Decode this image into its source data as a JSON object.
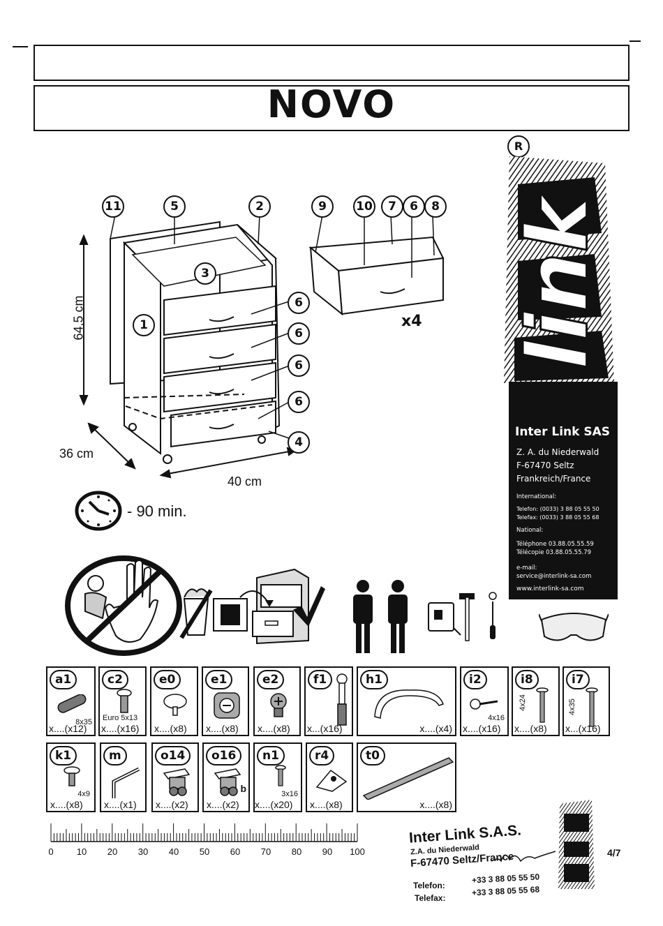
{
  "header": {
    "title": "NOVO"
  },
  "brand": {
    "registered_mark": "R",
    "logo_text": "link",
    "company": "Inter Link SAS",
    "address1": "Z. A. du Niederwald",
    "address2": "F-67470 Seltz",
    "address3": "Frankreich/France",
    "intl_label": "International:",
    "intl_tel": "Telefon: (0033) 3 88 05 55 50",
    "intl_fax": "Telefax: (0033) 3 88 05 55 68",
    "national_label": "National:",
    "nat_tel": "Téléphone 03.88.05.55.59",
    "nat_fax": "Télécopie 03.88.05.55.79",
    "email_label": "e-mail:",
    "email": "service@interlink-sa.com",
    "web": "www.interlink-sa.com"
  },
  "diagram": {
    "callouts": [
      "11",
      "5",
      "2",
      "3",
      "1",
      "6",
      "6",
      "6",
      "6",
      "4",
      "9",
      "10",
      "7",
      "6",
      "8"
    ],
    "drawer_multiplier": "x4",
    "height": "64,5 cm",
    "depth": "36 cm",
    "width": "40 cm"
  },
  "time": {
    "label": "- 90 min."
  },
  "parts": [
    {
      "code": "a1",
      "spec": "8x35",
      "qty": "x....(x12)"
    },
    {
      "code": "c2",
      "spec": "Euro 5x13",
      "qty": "x....(x16)"
    },
    {
      "code": "e0",
      "spec": "",
      "qty": "x....(x8)"
    },
    {
      "code": "e1",
      "spec": "",
      "qty": "x....(x8)"
    },
    {
      "code": "e2",
      "spec": "",
      "qty": "x....(x8)"
    },
    {
      "code": "f1",
      "spec": "",
      "qty": "x...(x16)"
    },
    {
      "code": "h1",
      "spec": "",
      "qty": "x....(x4)"
    },
    {
      "code": "i2",
      "spec": "4x16",
      "qty": "x....(x16)"
    },
    {
      "code": "i8",
      "spec": "4x24",
      "qty": "x....(x8)"
    },
    {
      "code": "i7",
      "spec": "4x35",
      "qty": "x...(x16)"
    },
    {
      "code": "k1",
      "spec": "4x9",
      "qty": "x....(x8)"
    },
    {
      "code": "m",
      "spec": "",
      "qty": "x....(x1)"
    },
    {
      "code": "o14",
      "spec": "",
      "qty": "x....(x2)"
    },
    {
      "code": "o16",
      "spec": "b",
      "qty": "x....(x2)"
    },
    {
      "code": "n1",
      "spec": "3x16",
      "qty": "x....(x20)"
    },
    {
      "code": "r4",
      "spec": "",
      "qty": "x....(x8)"
    },
    {
      "code": "t0",
      "spec": "",
      "qty": "x....(x8)"
    }
  ],
  "ruler": {
    "labels": [
      "0",
      "10",
      "20",
      "30",
      "40",
      "50",
      "60",
      "70",
      "80",
      "90",
      "100"
    ]
  },
  "footer": {
    "company": "Inter Link S.A.S.",
    "line1": "Z.A. du Niederwald",
    "line2": "F-67470 Seltz/France",
    "tel_label": "Telefon:",
    "tel": "+33 3 88 05 55 50",
    "fax_label": "Telefax:",
    "fax": "+33 3 88 05 55 68",
    "page": "4/7"
  },
  "colors": {
    "ink": "#111111",
    "paper": "#ffffff"
  }
}
